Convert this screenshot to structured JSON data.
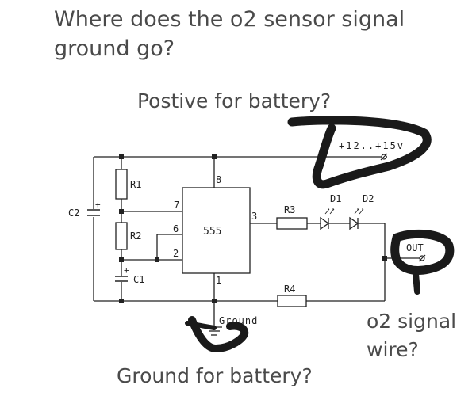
{
  "annotations": {
    "question_line1": "Where does the o2 sensor signal",
    "question_line2": "ground go?",
    "positive": "Postive for battery?",
    "o2_line1": "o2 signal",
    "o2_line2": "wire?",
    "ground": "Ground for battery?"
  },
  "schematic": {
    "ic_label": "555",
    "pins": [
      "8",
      "7",
      "6",
      "2",
      "3",
      "1"
    ],
    "components": {
      "r1": "R1",
      "r2": "R2",
      "r3": "R3",
      "r4": "R4",
      "c1": "C1",
      "c2": "C2",
      "d1": "D1",
      "d2": "D2"
    },
    "supply_label": "+12..+15v",
    "out_label": "OUT",
    "ground_label": "Ground",
    "plus_sign": "+"
  },
  "colors": {
    "text": "#4a4a4a",
    "wire": "#222222",
    "scribble": "#1a1a1a"
  }
}
